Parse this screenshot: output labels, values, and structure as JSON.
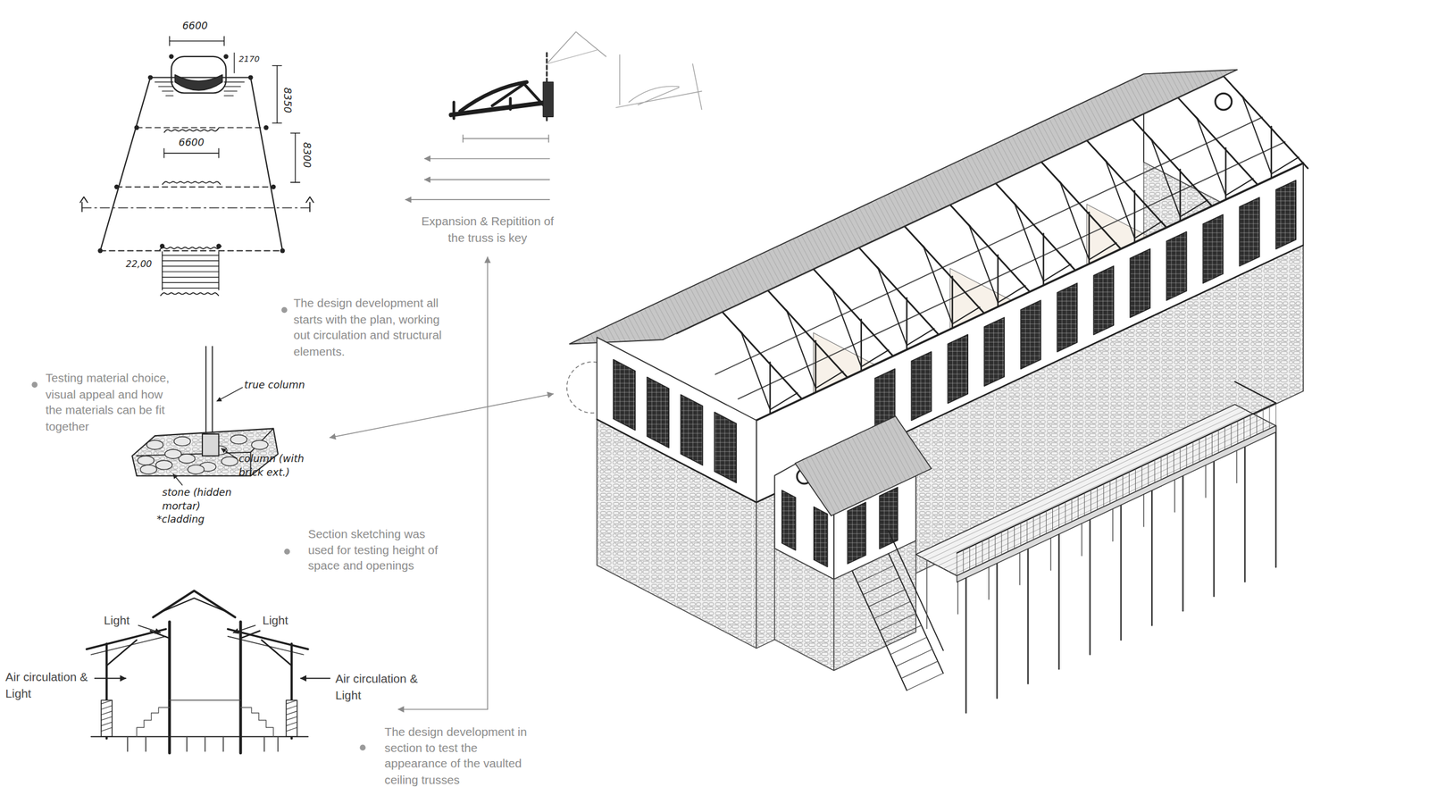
{
  "diagram": {
    "labels": [
      "6600",
      "2170",
      "8350",
      "8300",
      "6600",
      "22,00",
      "Expansion & Repitition of the truss is key",
      "The design development all starts with the plan, working out circulation and structural elements.",
      "Testing material choice, visual appeal and how the materials can be fit together",
      "true column",
      "column (with brick ext.)",
      "stone (hidden mortar)",
      "*cladding",
      "Section sketching was used for testing height of space and openings",
      "Light",
      "Light",
      "Air circulation & Light",
      "Air circulation & Light",
      "The design development in section to test the appearance of the vaulted ceiling trusses"
    ]
  }
}
